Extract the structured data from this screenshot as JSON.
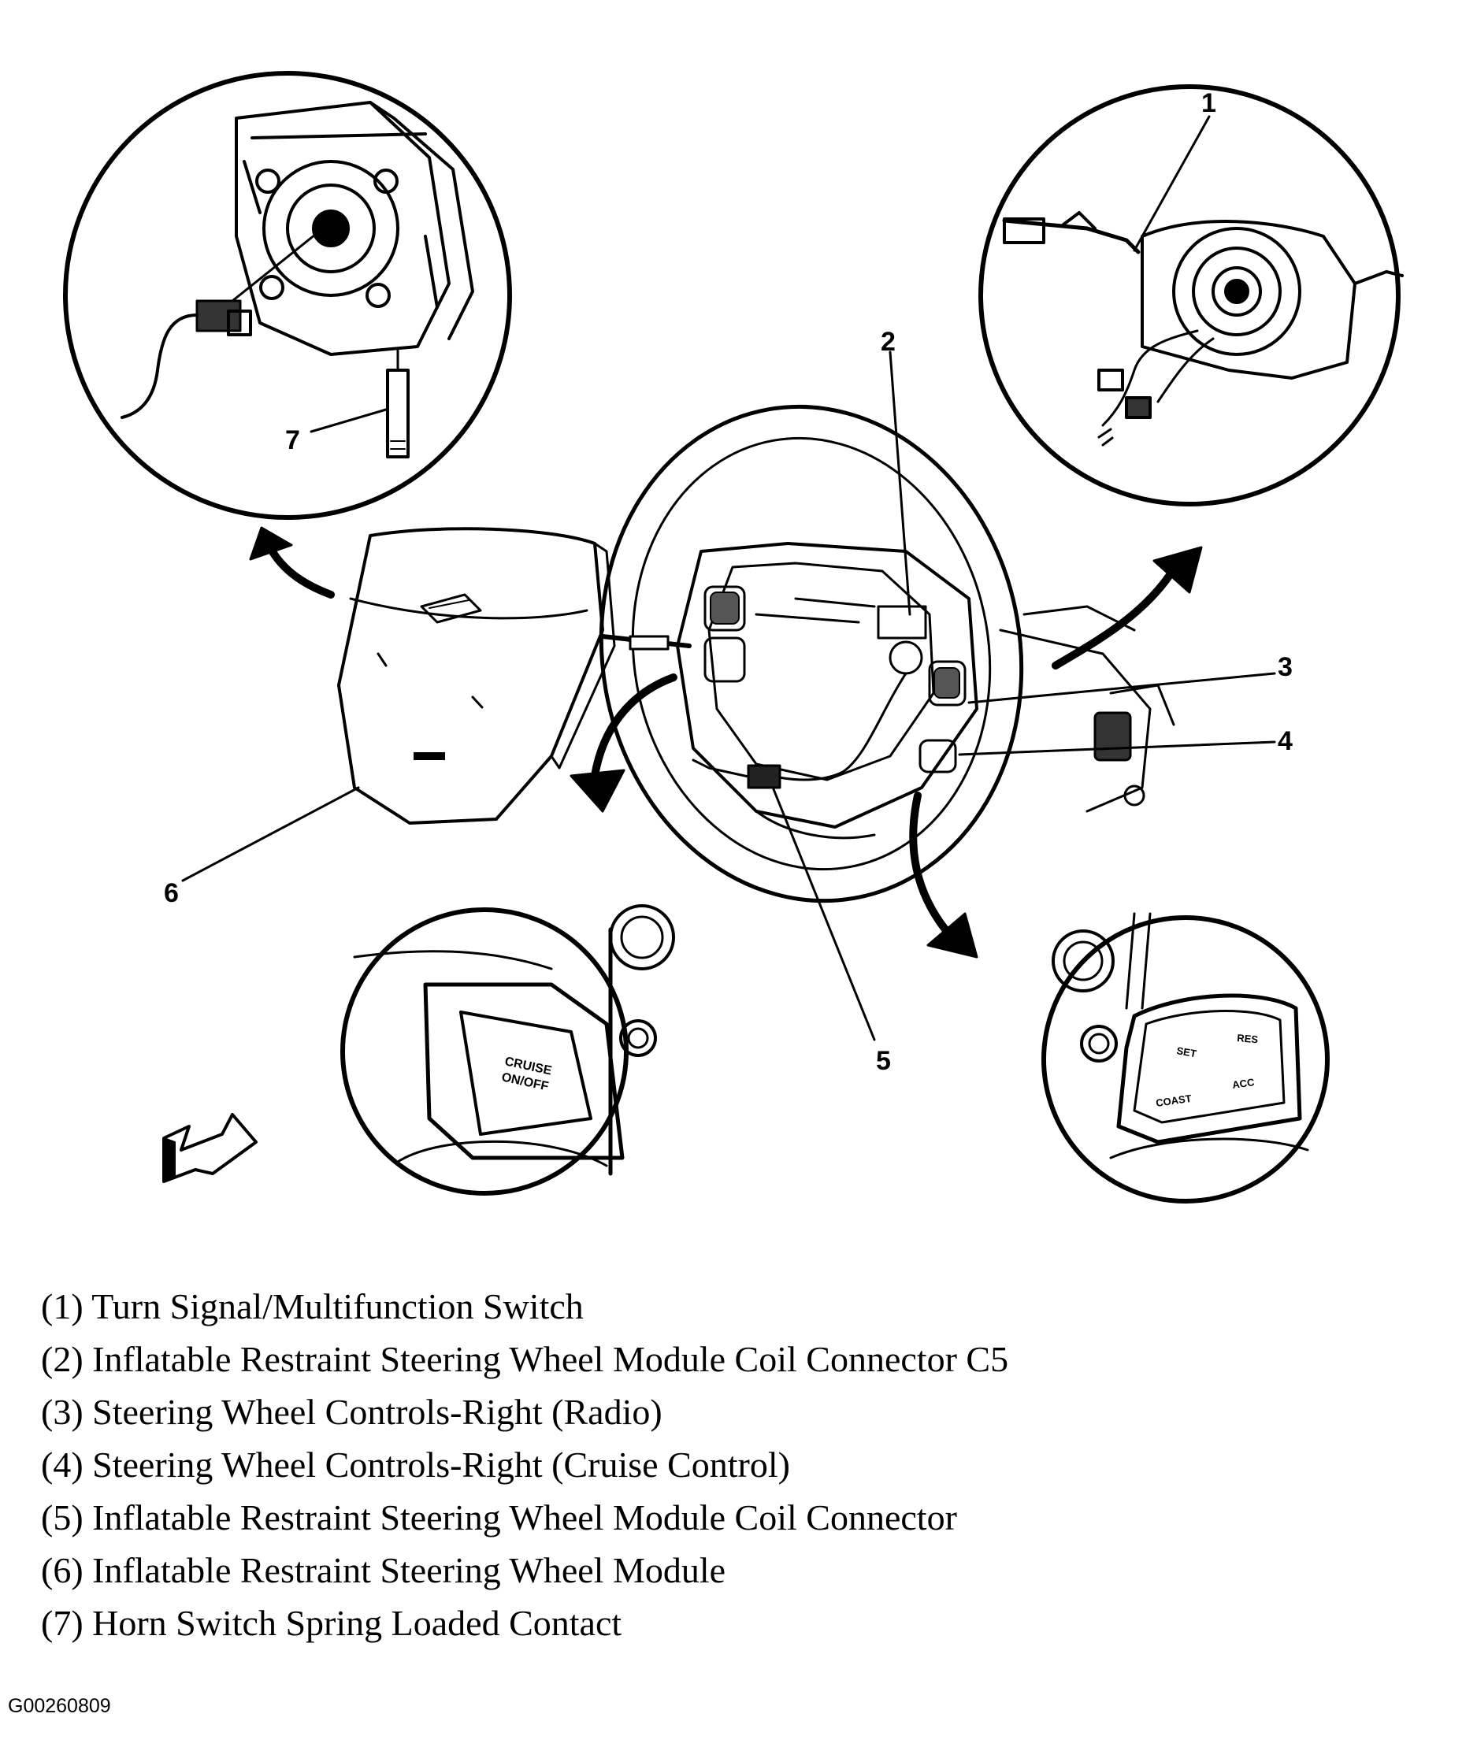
{
  "callouts": {
    "c1": "1",
    "c2": "2",
    "c3": "3",
    "c4": "4",
    "c5": "5",
    "c6": "6",
    "c7": "7"
  },
  "switch_labels": {
    "cruise_line1": "CRUISE",
    "cruise_line2": "ON/OFF",
    "set": "SET",
    "res": "RES",
    "coast": "COAST",
    "acc": "ACC"
  },
  "legend": [
    "(1) Turn Signal/Multifunction Switch",
    "(2) Inflatable Restraint Steering Wheel Module Coil Connector C5",
    "(3) Steering Wheel Controls-Right (Radio)",
    "(4) Steering Wheel Controls-Right (Cruise Control)",
    "(5) Inflatable Restraint Steering Wheel Module Coil Connector",
    "(6) Inflatable Restraint Steering Wheel Module",
    "(7) Horn Switch Spring Loaded Contact"
  ],
  "figure_id": "G00260809"
}
